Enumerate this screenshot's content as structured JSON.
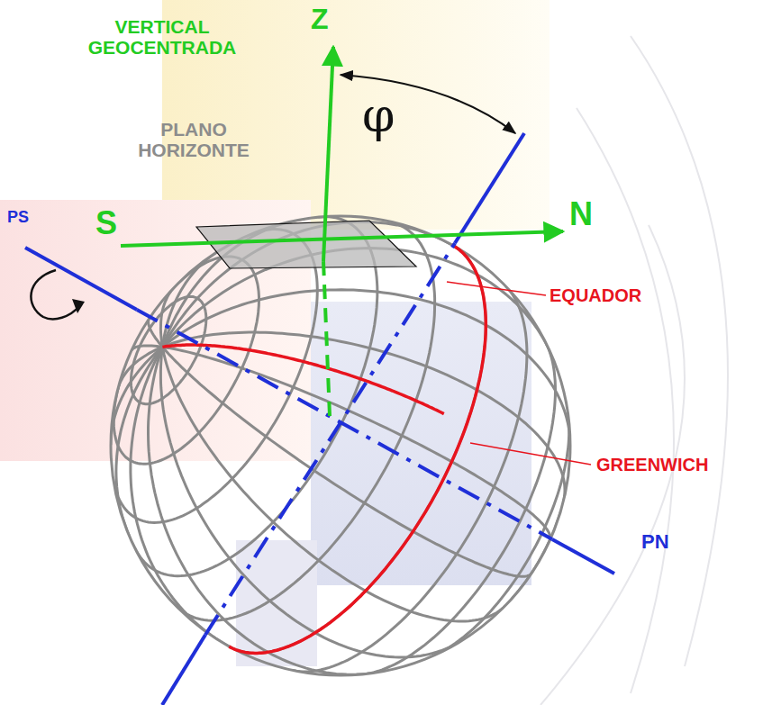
{
  "diagram": {
    "labels": [
      "VERTICAL GEOCENTRADA",
      "Z",
      "φ",
      "PLANO HORIZONTE",
      "PS",
      "S",
      "N",
      "EQUADOR",
      "GREENWICH",
      "PN"
    ]
  }
}
